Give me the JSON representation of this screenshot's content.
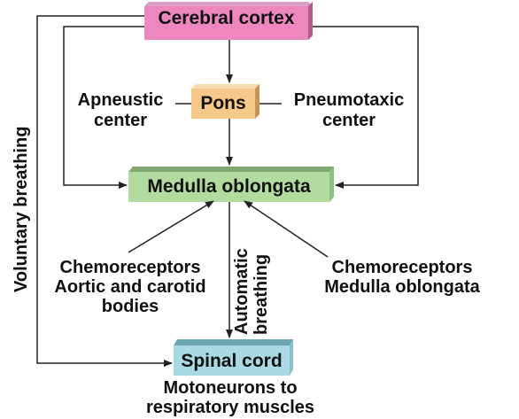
{
  "boxes": {
    "cerebral_cortex": {
      "label": "Cerebral cortex",
      "color": "#ee86bf",
      "shade": "#b45a8c"
    },
    "pons": {
      "label": "Pons",
      "color": "#f6c98b",
      "shade": "#c79455"
    },
    "medulla": {
      "label": "Medulla oblongata",
      "color": "#b2dba0",
      "shade": "#7eaa72"
    },
    "spinal_cord": {
      "label": "Spinal cord",
      "color": "#a9d9e3",
      "shade": "#6ea7b4"
    }
  },
  "labels": {
    "apneustic": {
      "line1": "Apneustic",
      "line2": "center"
    },
    "pneumotaxic": {
      "line1": "Pneumotaxic",
      "line2": "center"
    },
    "chemo_left": {
      "line1": "Chemoreceptors",
      "line2": "Aortic and carotid",
      "line3": "bodies"
    },
    "chemo_right": {
      "line1": "Chemoreceptors",
      "line2": "Medulla oblongata"
    },
    "automatic": {
      "line1": "Automatic",
      "line2": "breathing"
    },
    "voluntary": "Voluntary breathing",
    "motoneurons": {
      "line1": "Motoneurons to",
      "line2": "respiratory muscles"
    }
  },
  "colors": {
    "line": "#222222"
  }
}
